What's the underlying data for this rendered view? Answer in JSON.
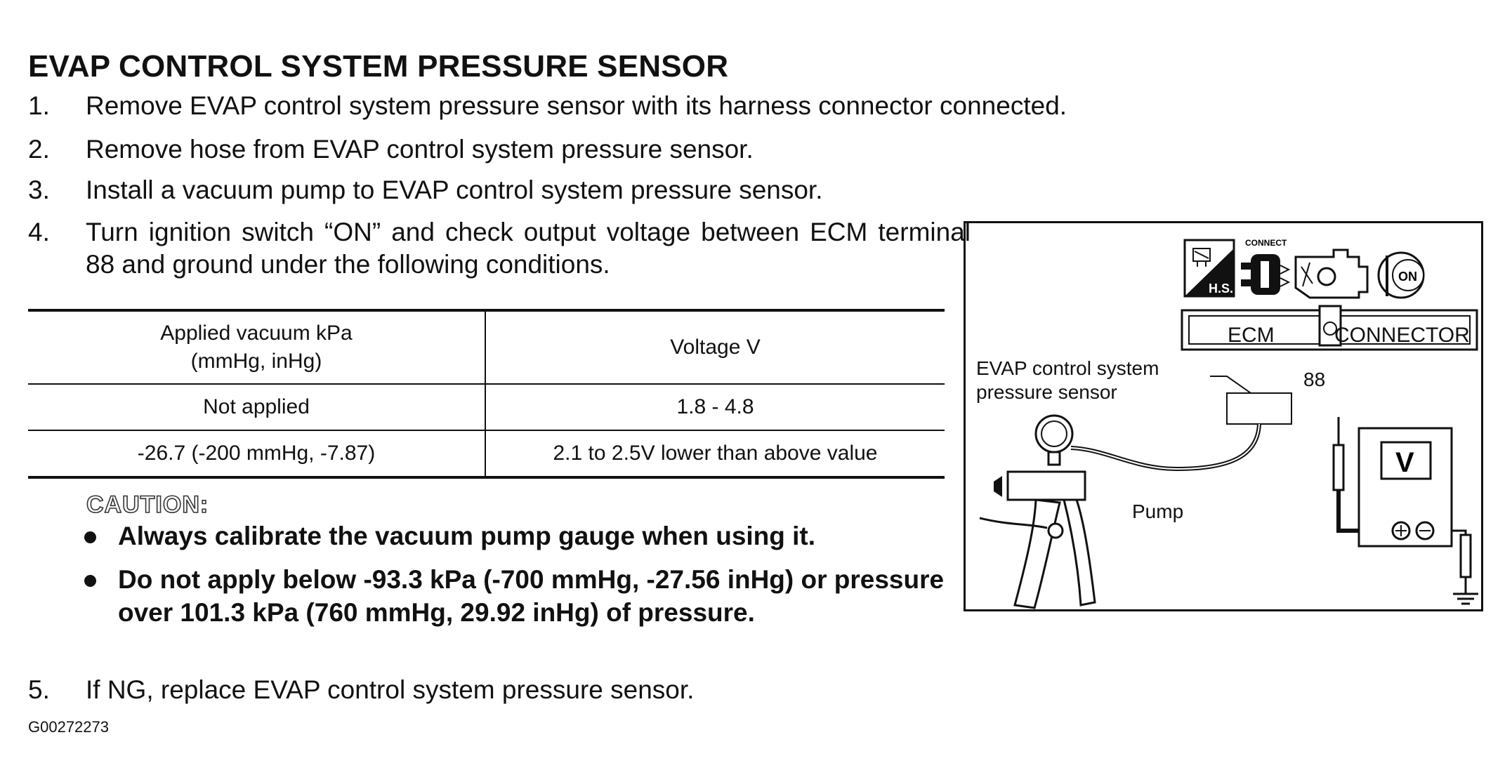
{
  "title": "EVAP CONTROL SYSTEM PRESSURE SENSOR",
  "steps": [
    {
      "num": "1.",
      "text": "Remove EVAP control system pressure sensor with its harness connector connected."
    },
    {
      "num": "2.",
      "text": "Remove hose from EVAP control system pressure sensor."
    },
    {
      "num": "3.",
      "text": "Install a vacuum pump to EVAP control system pressure sensor."
    },
    {
      "num": "4.",
      "text": "Turn ignition switch “ON” and check output voltage between ECM terminal 88 and ground under the following conditions."
    },
    {
      "num": "5.",
      "text": "If NG, replace EVAP control system pressure sensor."
    }
  ],
  "table": {
    "headers": [
      "Applied vacuum kPa (mmHg, inHg)",
      "Voltage V"
    ],
    "header1_line1": "Applied vacuum kPa",
    "header1_line2": "(mmHg, inHg)",
    "rows": [
      [
        "Not applied",
        "1.8 - 4.8"
      ],
      [
        "-26.7 (-200 mmHg, -7.87)",
        "2.1 to 2.5V lower than above value"
      ]
    ]
  },
  "caution": {
    "heading": "CAUTION:",
    "items": [
      "Always calibrate the vacuum pump gauge when using it.",
      "Do not apply below -93.3 kPa (-700 mmHg, -27.56 inHg) or pressure over 101.3 kPa (760 mmHg, 29.92 inHg) of pressure."
    ]
  },
  "figure": {
    "hs_label": "H.S.",
    "connect_label": "CONNECT",
    "on_label": "ON",
    "ecm_label": "ECM",
    "connector_label": "CONNECTOR",
    "sensor_label_line1": "EVAP control system",
    "sensor_label_line2": "pressure sensor",
    "terminal_label": "88",
    "meter_label": "V",
    "pump_label": "Pump"
  },
  "figure_id": "G00272273"
}
